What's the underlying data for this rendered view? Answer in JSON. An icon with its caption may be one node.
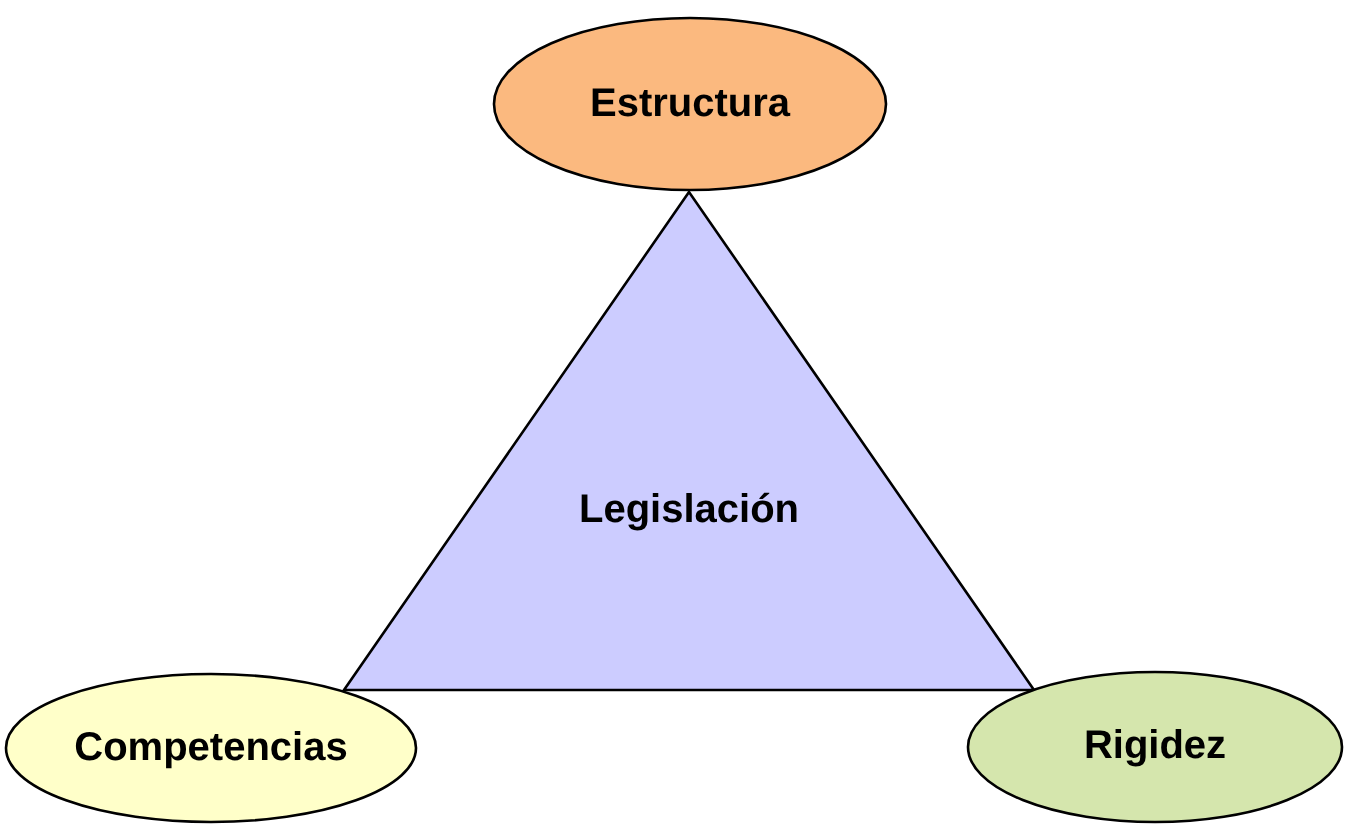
{
  "diagram": {
    "nodes": [
      {
        "text": [
          "Estructura"
        ]
      },
      {
        "text": [
          "Legislación"
        ]
      },
      {
        "text": [
          "Competencias"
        ]
      },
      {
        "text": [
          "Rigidez"
        ]
      }
    ]
  }
}
